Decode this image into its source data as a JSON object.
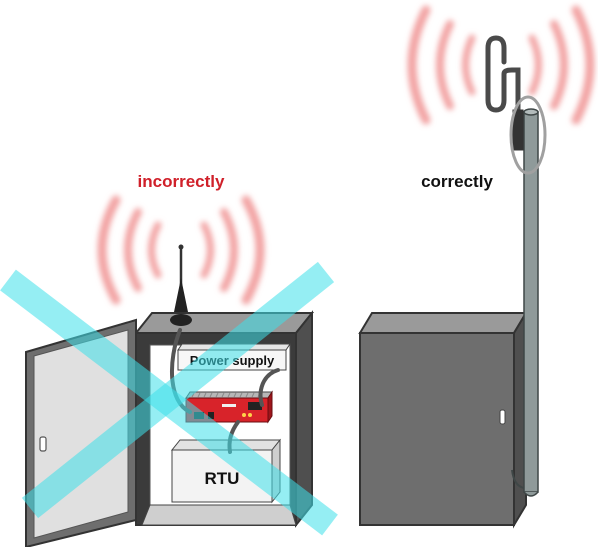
{
  "labels": {
    "incorrect": "incorrectly",
    "correct": "correctly",
    "power_supply": "Power supply",
    "rtu": "RTU"
  },
  "colors": {
    "signal_wave": "#f2a3a3",
    "cross_mark": "#3ee0ea",
    "cabinet_front": "#6e6e6e",
    "cabinet_side": "#4f4f4f",
    "cabinet_top": "#9a9a9a",
    "device_body": "#d8232a",
    "antenna": "#333333",
    "mast": "#8f9a9a"
  },
  "icons": {
    "cross": "x-mark-icon",
    "signal": "radio-waves-icon",
    "antenna": "antenna-icon",
    "router": "router-device-icon"
  }
}
